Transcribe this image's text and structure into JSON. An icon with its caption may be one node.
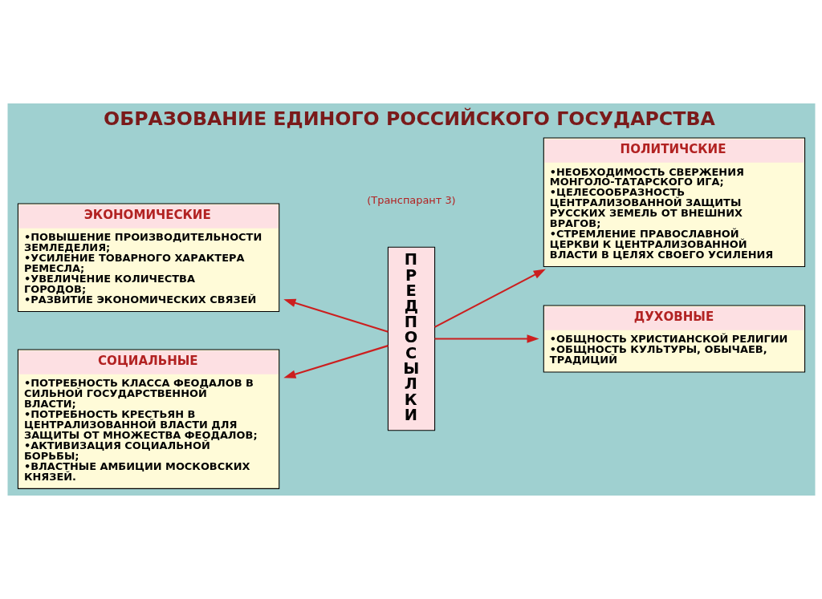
{
  "diagram": {
    "title": "ОБРАЗОВАНИЕ ЕДИНОГО РОССИЙСКОГО ГОСУДАРСТВА",
    "nodes": [
      {
        "text": [
          "ЭКОНОМИЧЕСКИЕ",
          "•ПОВЫШЕНИЕ ПРОИЗВОДИТЕЛЬНОСТИ ЗЕМЛЕДЕЛИЯ;",
          "•УСИЛЕНИЕ ТОВАРНОГО ХАРАКТЕРА РЕМЕСЛА;",
          "•УВЕЛИЧЕНИЕ КОЛИЧЕСТВА ГОРОДОВ;",
          "•РАЗВИТИЕ ЭКОНОМИЧЕСКИХ СВЯЗЕЙ"
        ]
      },
      {
        "text": [
          "ПОЛИТИЧСКИЕ",
          "•НЕОБХОДИМОСТЬ СВЕРЖЕНИЯ МОНГОЛО-ТАТАРСКОГО ИГА;",
          "•ЦЕЛЕСООБРАЗНОСТЬ ЦЕНТРАЛИЗОВАННОЙ ЗАЩИТЫ РУССКИХ ЗЕМЕЛЬ ОТ ВНЕШНИХ ВРАГОВ;",
          "•СТРЕМЛЕНИЕ ПРАВОСЛАВНОЙ ЦЕРКВИ К ЦЕНТРАЛИЗОВАННОЙ ВЛАСТИ В ЦЕЛЯХ СВОЕГО УСИЛЕНИЯ"
        ]
      },
      {
        "text": [
          "ПРЕДПОСЫЛКИ"
        ]
      },
      {
        "text": [
          "СОЦИАЛЬНЫЕ",
          "•ПОТРЕБНОСТЬ КЛАССА ФЕОДАЛОВ В СИЛЬНОЙ ГОСУДАРСТВЕННОЙ ВЛАСТИ;",
          "•ПОТРЕБНОСТЬ КРЕСТЬЯН В ЦЕНТРАЛИЗОВАННОЙ ВЛАСТИ ДЛЯ ЗАЩИТЫ ОТ МНОЖЕСТВА ФЕОДАЛОВ;",
          "•АКТИВИЗАЦИЯ СОЦИАЛЬНОЙ БОРЬБЫ;",
          "•ВЛАСТНЫЕ АМБИЦИИ МОСКОВСКИХ КНЯЗЕЙ."
        ]
      },
      {
        "text": [
          "ДУХОВНЫЕ",
          "•ОБЩНОСТЬ ХРИСТИАНСКОЙ РЕЛИГИИ",
          "•ОБЩНОСТЬ КУЛЬТУРЫ, ОБЫЧАЕВ, ТРАДИЦИЙ"
        ]
      }
    ],
    "edges": [
      {
        "from": 2,
        "to": 0,
        "arrow": "to"
      },
      {
        "from": 2,
        "to": 1,
        "arrow": "to"
      },
      {
        "from": 2,
        "to": 3,
        "arrow": "to"
      },
      {
        "from": 2,
        "to": 4,
        "arrow": "to"
      }
    ],
    "labels": [
      "(Транспарант 3)"
    ]
  }
}
